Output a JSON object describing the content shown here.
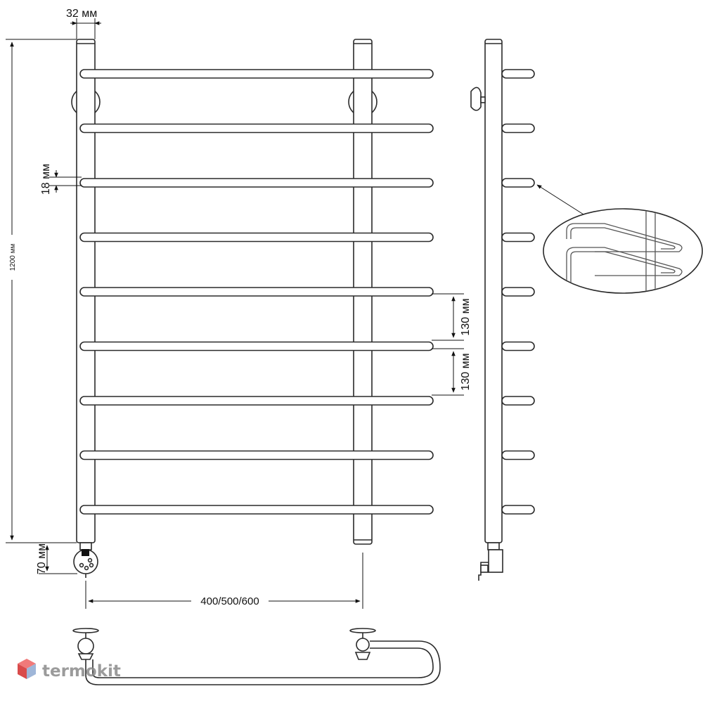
{
  "dimensions": {
    "pipe_diameter": "32 мм",
    "rung_diameter": "18 мм",
    "total_height": "1200 мм",
    "rung_spacing_1": "130 мм",
    "rung_spacing_2": "130 мм",
    "heater_offset": "70 мм",
    "width_options": "400/500/600"
  },
  "watermark": {
    "brand": "termokit"
  },
  "colors": {
    "line": "#2a2a2a",
    "detail": "#555555",
    "watermark_top": "#f07a7a",
    "watermark_left": "#d94b4b",
    "watermark_right": "#9fb6d8",
    "watermark_text": "#8a8a8a"
  },
  "rung_count": 9
}
